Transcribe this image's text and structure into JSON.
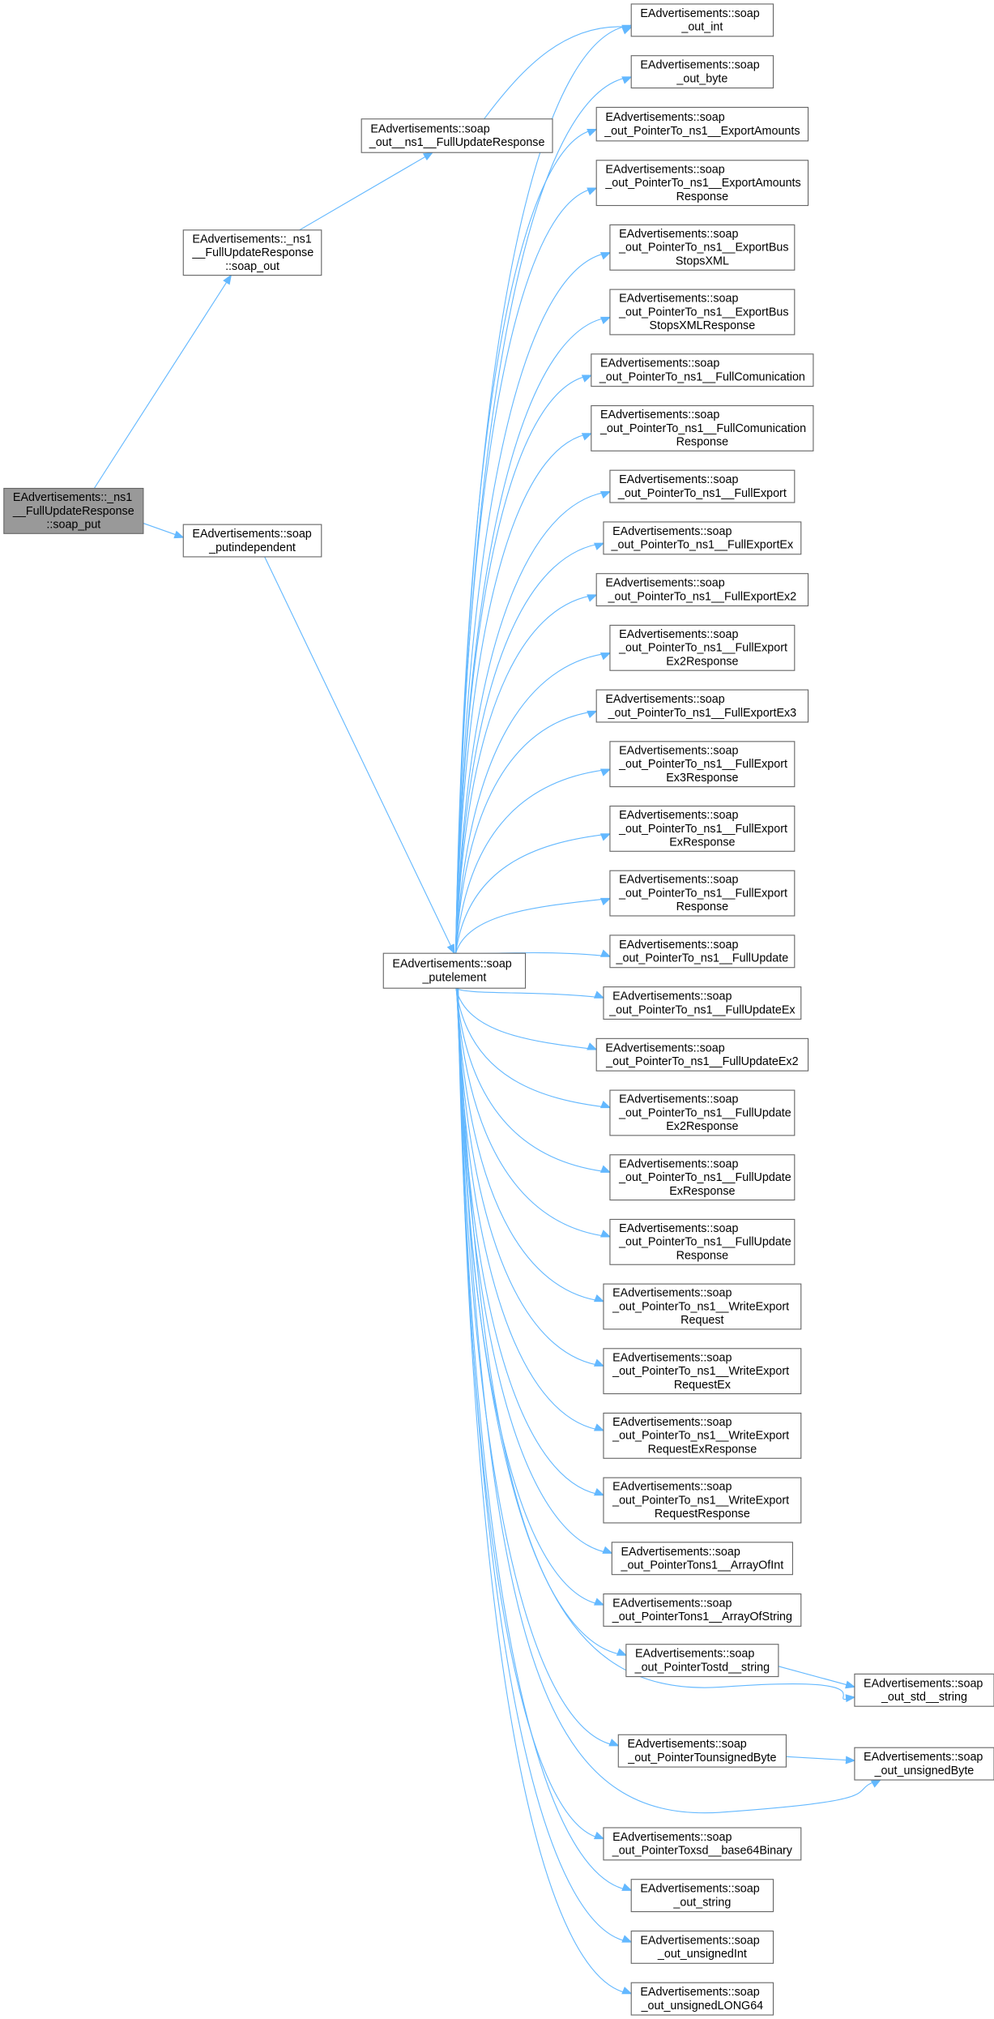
{
  "graph": {
    "colors": {
      "edge": "#63b8ff",
      "node_border": "#666666",
      "root_fill": "#999999",
      "node_fill": "#ffffff"
    },
    "nodes": [
      {
        "id": "root",
        "lines": [
          "EAdvertisements::_ns1",
          "__FullUpdateResponse",
          "::soap_put"
        ]
      },
      {
        "id": "ns1_soap_out",
        "lines": [
          "EAdvertisements::_ns1",
          "__FullUpdateResponse",
          "::soap_out"
        ]
      },
      {
        "id": "out_ns1_fur",
        "lines": [
          "EAdvertisements::soap",
          "_out__ns1__FullUpdateResponse"
        ]
      },
      {
        "id": "putindependent",
        "lines": [
          "EAdvertisements::soap",
          "_putindependent"
        ]
      },
      {
        "id": "putelement",
        "lines": [
          "EAdvertisements::soap",
          "_putelement"
        ]
      },
      {
        "id": "out_int",
        "lines": [
          "EAdvertisements::soap",
          "_out_int"
        ]
      },
      {
        "id": "out_byte",
        "lines": [
          "EAdvertisements::soap",
          "_out_byte"
        ]
      },
      {
        "id": "p_exportamounts",
        "lines": [
          "EAdvertisements::soap",
          "_out_PointerTo_ns1__ExportAmounts"
        ]
      },
      {
        "id": "p_exportamounts_resp",
        "lines": [
          "EAdvertisements::soap",
          "_out_PointerTo_ns1__ExportAmounts",
          "Response"
        ]
      },
      {
        "id": "p_busstops",
        "lines": [
          "EAdvertisements::soap",
          "_out_PointerTo_ns1__ExportBus",
          "StopsXML"
        ]
      },
      {
        "id": "p_busstops_resp",
        "lines": [
          "EAdvertisements::soap",
          "_out_PointerTo_ns1__ExportBus",
          "StopsXMLResponse"
        ]
      },
      {
        "id": "p_fullcom",
        "lines": [
          "EAdvertisements::soap",
          "_out_PointerTo_ns1__FullComunication"
        ]
      },
      {
        "id": "p_fullcom_resp",
        "lines": [
          "EAdvertisements::soap",
          "_out_PointerTo_ns1__FullComunication",
          "Response"
        ]
      },
      {
        "id": "p_fullexport",
        "lines": [
          "EAdvertisements::soap",
          "_out_PointerTo_ns1__FullExport"
        ]
      },
      {
        "id": "p_fullexportex",
        "lines": [
          "EAdvertisements::soap",
          "_out_PointerTo_ns1__FullExportEx"
        ]
      },
      {
        "id": "p_fullexportex2",
        "lines": [
          "EAdvertisements::soap",
          "_out_PointerTo_ns1__FullExportEx2"
        ]
      },
      {
        "id": "p_fullexportex2_resp",
        "lines": [
          "EAdvertisements::soap",
          "_out_PointerTo_ns1__FullExport",
          "Ex2Response"
        ]
      },
      {
        "id": "p_fullexportex3",
        "lines": [
          "EAdvertisements::soap",
          "_out_PointerTo_ns1__FullExportEx3"
        ]
      },
      {
        "id": "p_fullexportex3_resp",
        "lines": [
          "EAdvertisements::soap",
          "_out_PointerTo_ns1__FullExport",
          "Ex3Response"
        ]
      },
      {
        "id": "p_fullexportex_resp",
        "lines": [
          "EAdvertisements::soap",
          "_out_PointerTo_ns1__FullExport",
          "ExResponse"
        ]
      },
      {
        "id": "p_fullexport_resp",
        "lines": [
          "EAdvertisements::soap",
          "_out_PointerTo_ns1__FullExport",
          "Response"
        ]
      },
      {
        "id": "p_fullupdate",
        "lines": [
          "EAdvertisements::soap",
          "_out_PointerTo_ns1__FullUpdate"
        ]
      },
      {
        "id": "p_fullupdateex",
        "lines": [
          "EAdvertisements::soap",
          "_out_PointerTo_ns1__FullUpdateEx"
        ]
      },
      {
        "id": "p_fullupdateex2",
        "lines": [
          "EAdvertisements::soap",
          "_out_PointerTo_ns1__FullUpdateEx2"
        ]
      },
      {
        "id": "p_fullupdateex2_resp",
        "lines": [
          "EAdvertisements::soap",
          "_out_PointerTo_ns1__FullUpdate",
          "Ex2Response"
        ]
      },
      {
        "id": "p_fullupdateex_resp",
        "lines": [
          "EAdvertisements::soap",
          "_out_PointerTo_ns1__FullUpdate",
          "ExResponse"
        ]
      },
      {
        "id": "p_fullupdate_resp",
        "lines": [
          "EAdvertisements::soap",
          "_out_PointerTo_ns1__FullUpdate",
          "Response"
        ]
      },
      {
        "id": "p_writeexport_req",
        "lines": [
          "EAdvertisements::soap",
          "_out_PointerTo_ns1__WriteExport",
          "Request"
        ]
      },
      {
        "id": "p_writeexport_reqex",
        "lines": [
          "EAdvertisements::soap",
          "_out_PointerTo_ns1__WriteExport",
          "RequestEx"
        ]
      },
      {
        "id": "p_writeexport_reqex_resp",
        "lines": [
          "EAdvertisements::soap",
          "_out_PointerTo_ns1__WriteExport",
          "RequestExResponse"
        ]
      },
      {
        "id": "p_writeexport_req_resp",
        "lines": [
          "EAdvertisements::soap",
          "_out_PointerTo_ns1__WriteExport",
          "RequestResponse"
        ]
      },
      {
        "id": "p_arrayofint",
        "lines": [
          "EAdvertisements::soap",
          "_out_PointerTons1__ArrayOfInt"
        ]
      },
      {
        "id": "p_arrayofstring",
        "lines": [
          "EAdvertisements::soap",
          "_out_PointerTons1__ArrayOfString"
        ]
      },
      {
        "id": "p_std_string",
        "lines": [
          "EAdvertisements::soap",
          "_out_PointerTostd__string"
        ]
      },
      {
        "id": "out_std_string",
        "lines": [
          "EAdvertisements::soap",
          "_out_std__string"
        ]
      },
      {
        "id": "p_unsignedbyte",
        "lines": [
          "EAdvertisements::soap",
          "_out_PointerTounsignedByte"
        ]
      },
      {
        "id": "out_unsignedbyte",
        "lines": [
          "EAdvertisements::soap",
          "_out_unsignedByte"
        ]
      },
      {
        "id": "p_base64",
        "lines": [
          "EAdvertisements::soap",
          "_out_PointerToxsd__base64Binary"
        ]
      },
      {
        "id": "out_string",
        "lines": [
          "EAdvertisements::soap",
          "_out_string"
        ]
      },
      {
        "id": "out_unsignedint",
        "lines": [
          "EAdvertisements::soap",
          "_out_unsignedInt"
        ]
      },
      {
        "id": "out_unsignedlong64",
        "lines": [
          "EAdvertisements::soap",
          "_out_unsignedLONG64"
        ]
      }
    ],
    "edges": [
      [
        "root",
        "ns1_soap_out"
      ],
      [
        "root",
        "putindependent"
      ],
      [
        "ns1_soap_out",
        "out_ns1_fur"
      ],
      [
        "out_ns1_fur",
        "out_int"
      ],
      [
        "putindependent",
        "putelement"
      ],
      [
        "putelement",
        "out_int"
      ],
      [
        "putelement",
        "out_byte"
      ],
      [
        "putelement",
        "p_exportamounts"
      ],
      [
        "putelement",
        "p_exportamounts_resp"
      ],
      [
        "putelement",
        "p_busstops"
      ],
      [
        "putelement",
        "p_busstops_resp"
      ],
      [
        "putelement",
        "p_fullcom"
      ],
      [
        "putelement",
        "p_fullcom_resp"
      ],
      [
        "putelement",
        "p_fullexport"
      ],
      [
        "putelement",
        "p_fullexportex"
      ],
      [
        "putelement",
        "p_fullexportex2"
      ],
      [
        "putelement",
        "p_fullexportex2_resp"
      ],
      [
        "putelement",
        "p_fullexportex3"
      ],
      [
        "putelement",
        "p_fullexportex3_resp"
      ],
      [
        "putelement",
        "p_fullexportex_resp"
      ],
      [
        "putelement",
        "p_fullexport_resp"
      ],
      [
        "putelement",
        "p_fullupdate"
      ],
      [
        "putelement",
        "p_fullupdateex"
      ],
      [
        "putelement",
        "p_fullupdateex2"
      ],
      [
        "putelement",
        "p_fullupdateex2_resp"
      ],
      [
        "putelement",
        "p_fullupdateex_resp"
      ],
      [
        "putelement",
        "p_fullupdate_resp"
      ],
      [
        "putelement",
        "p_writeexport_req"
      ],
      [
        "putelement",
        "p_writeexport_reqex"
      ],
      [
        "putelement",
        "p_writeexport_reqex_resp"
      ],
      [
        "putelement",
        "p_writeexport_req_resp"
      ],
      [
        "putelement",
        "p_arrayofint"
      ],
      [
        "putelement",
        "p_arrayofstring"
      ],
      [
        "putelement",
        "p_std_string"
      ],
      [
        "putelement",
        "out_std_string"
      ],
      [
        "putelement",
        "p_unsignedbyte"
      ],
      [
        "putelement",
        "out_unsignedbyte"
      ],
      [
        "putelement",
        "p_base64"
      ],
      [
        "putelement",
        "out_string"
      ],
      [
        "putelement",
        "out_unsignedint"
      ],
      [
        "putelement",
        "out_unsignedlong64"
      ],
      [
        "p_std_string",
        "out_std_string"
      ],
      [
        "p_unsignedbyte",
        "out_unsignedbyte"
      ]
    ]
  }
}
